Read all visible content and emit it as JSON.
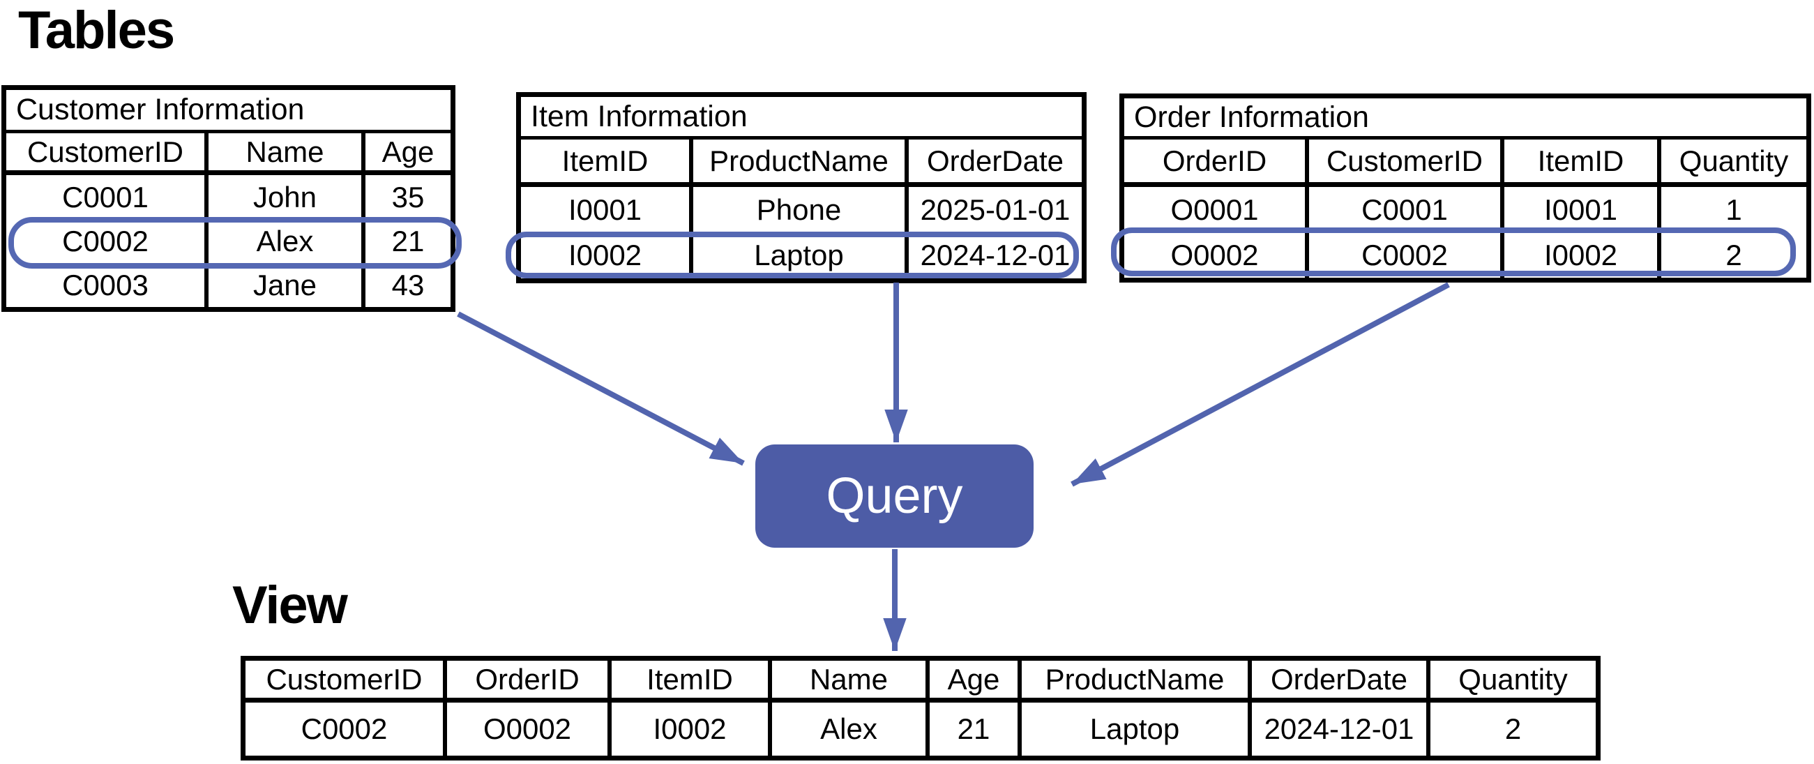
{
  "page": {
    "tables_label": "Tables",
    "view_label": "View"
  },
  "query": {
    "label": "Query"
  },
  "colors": {
    "accent_fill": "#4d5ca6",
    "arrow_stroke": "#5264ae",
    "highlight_stroke": "#5568b3",
    "border_black": "#000000",
    "query_text": "#ffffff"
  },
  "tables": {
    "customer": {
      "title": "Customer Information",
      "headers": [
        "CustomerID",
        "Name",
        "Age"
      ],
      "rows": [
        [
          "C0001",
          "John",
          "35"
        ],
        [
          "C0002",
          "Alex",
          "21"
        ],
        [
          "C0003",
          "Jane",
          "43"
        ]
      ],
      "highlighted_row_index": 1
    },
    "item": {
      "title": "Item Information",
      "headers": [
        "ItemID",
        "ProductName",
        "OrderDate"
      ],
      "rows": [
        [
          "I0001",
          "Phone",
          "2025-01-01"
        ],
        [
          "I0002",
          "Laptop",
          "2024-12-01"
        ]
      ],
      "highlighted_row_index": 1
    },
    "order": {
      "title": "Order Information",
      "headers": [
        "OrderID",
        "CustomerID",
        "ItemID",
        "Quantity"
      ],
      "rows": [
        [
          "O0001",
          "C0001",
          "I0001",
          "1"
        ],
        [
          "O0002",
          "C0002",
          "I0002",
          "2"
        ]
      ],
      "highlighted_row_index": 1
    },
    "view": {
      "headers": [
        "CustomerID",
        "OrderID",
        "ItemID",
        "Name",
        "Age",
        "ProductName",
        "OrderDate",
        "Quantity"
      ],
      "rows": [
        [
          "C0002",
          "O0002",
          "I0002",
          "Alex",
          "21",
          "Laptop",
          "2024-12-01",
          "2"
        ]
      ]
    }
  }
}
